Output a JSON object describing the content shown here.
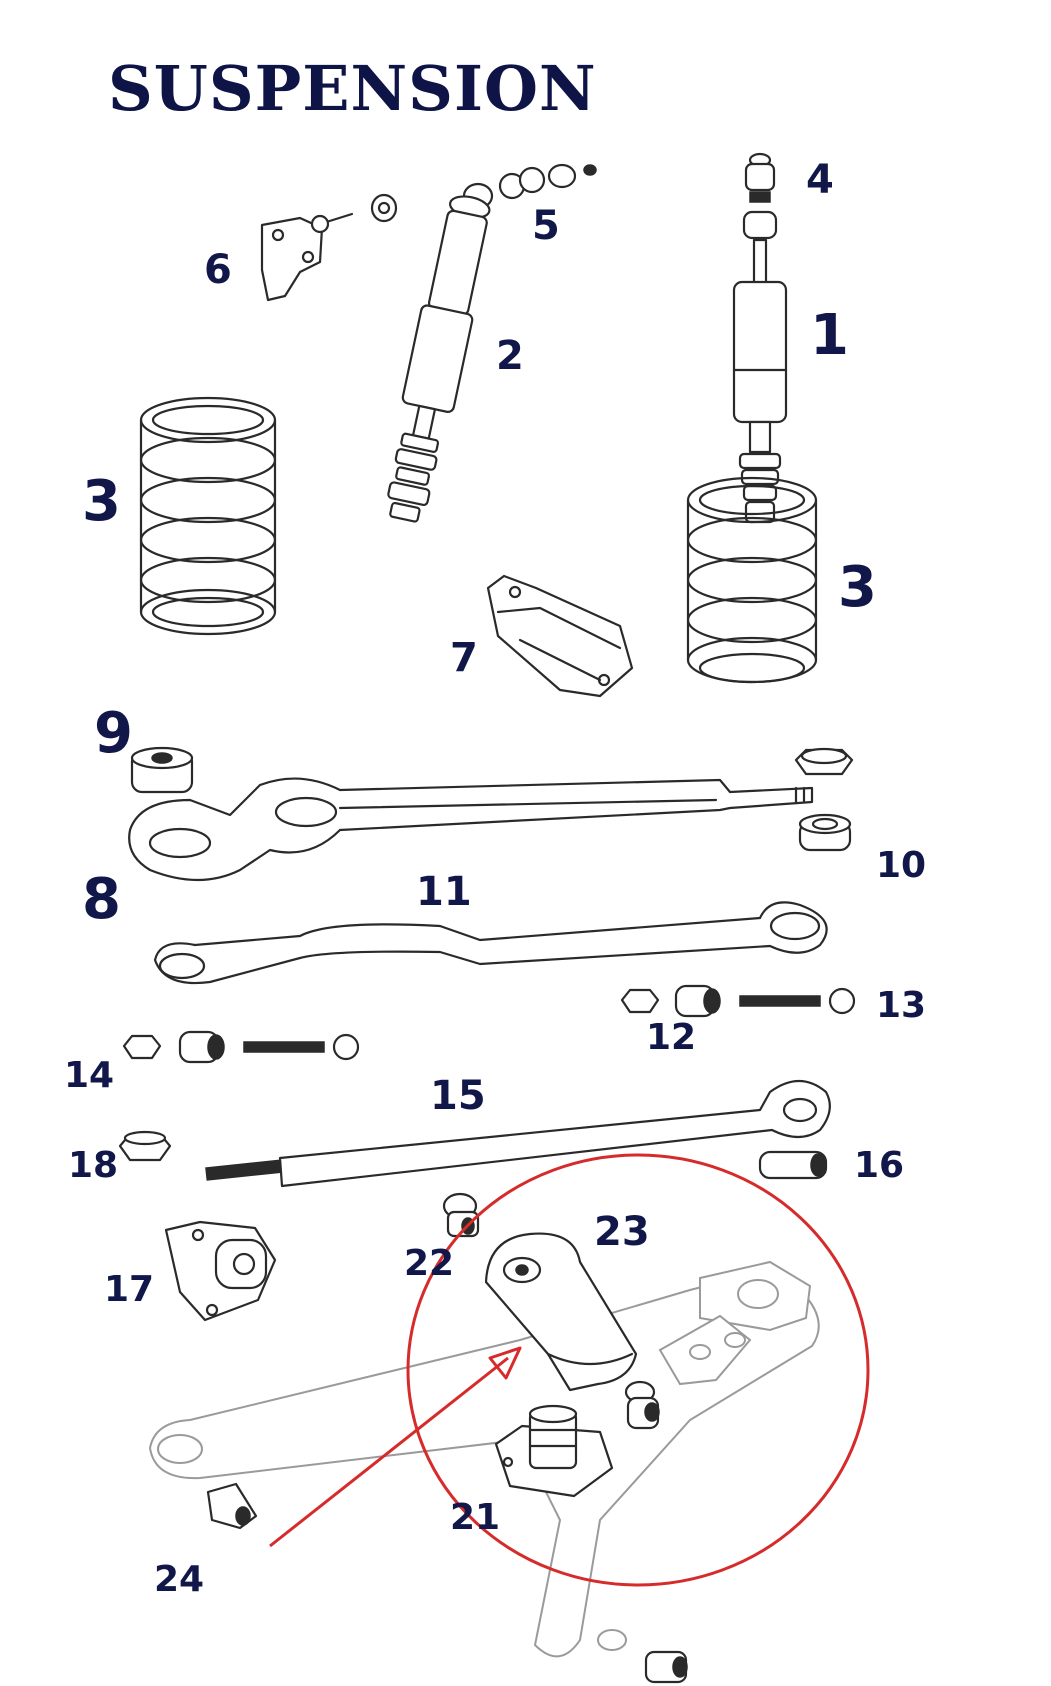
{
  "title": "SUSPENSION",
  "callouts": [
    "1",
    "2",
    "3",
    "3",
    "4",
    "5",
    "6",
    "7",
    "8",
    "9",
    "10",
    "11",
    "12",
    "13",
    "14",
    "15",
    "16",
    "17",
    "18",
    "21",
    "22",
    "23",
    "24"
  ],
  "colors": {
    "title": "#0e1446",
    "callout": "#12174a",
    "highlight": "#d62b2b",
    "line": "#2a2a2a"
  }
}
